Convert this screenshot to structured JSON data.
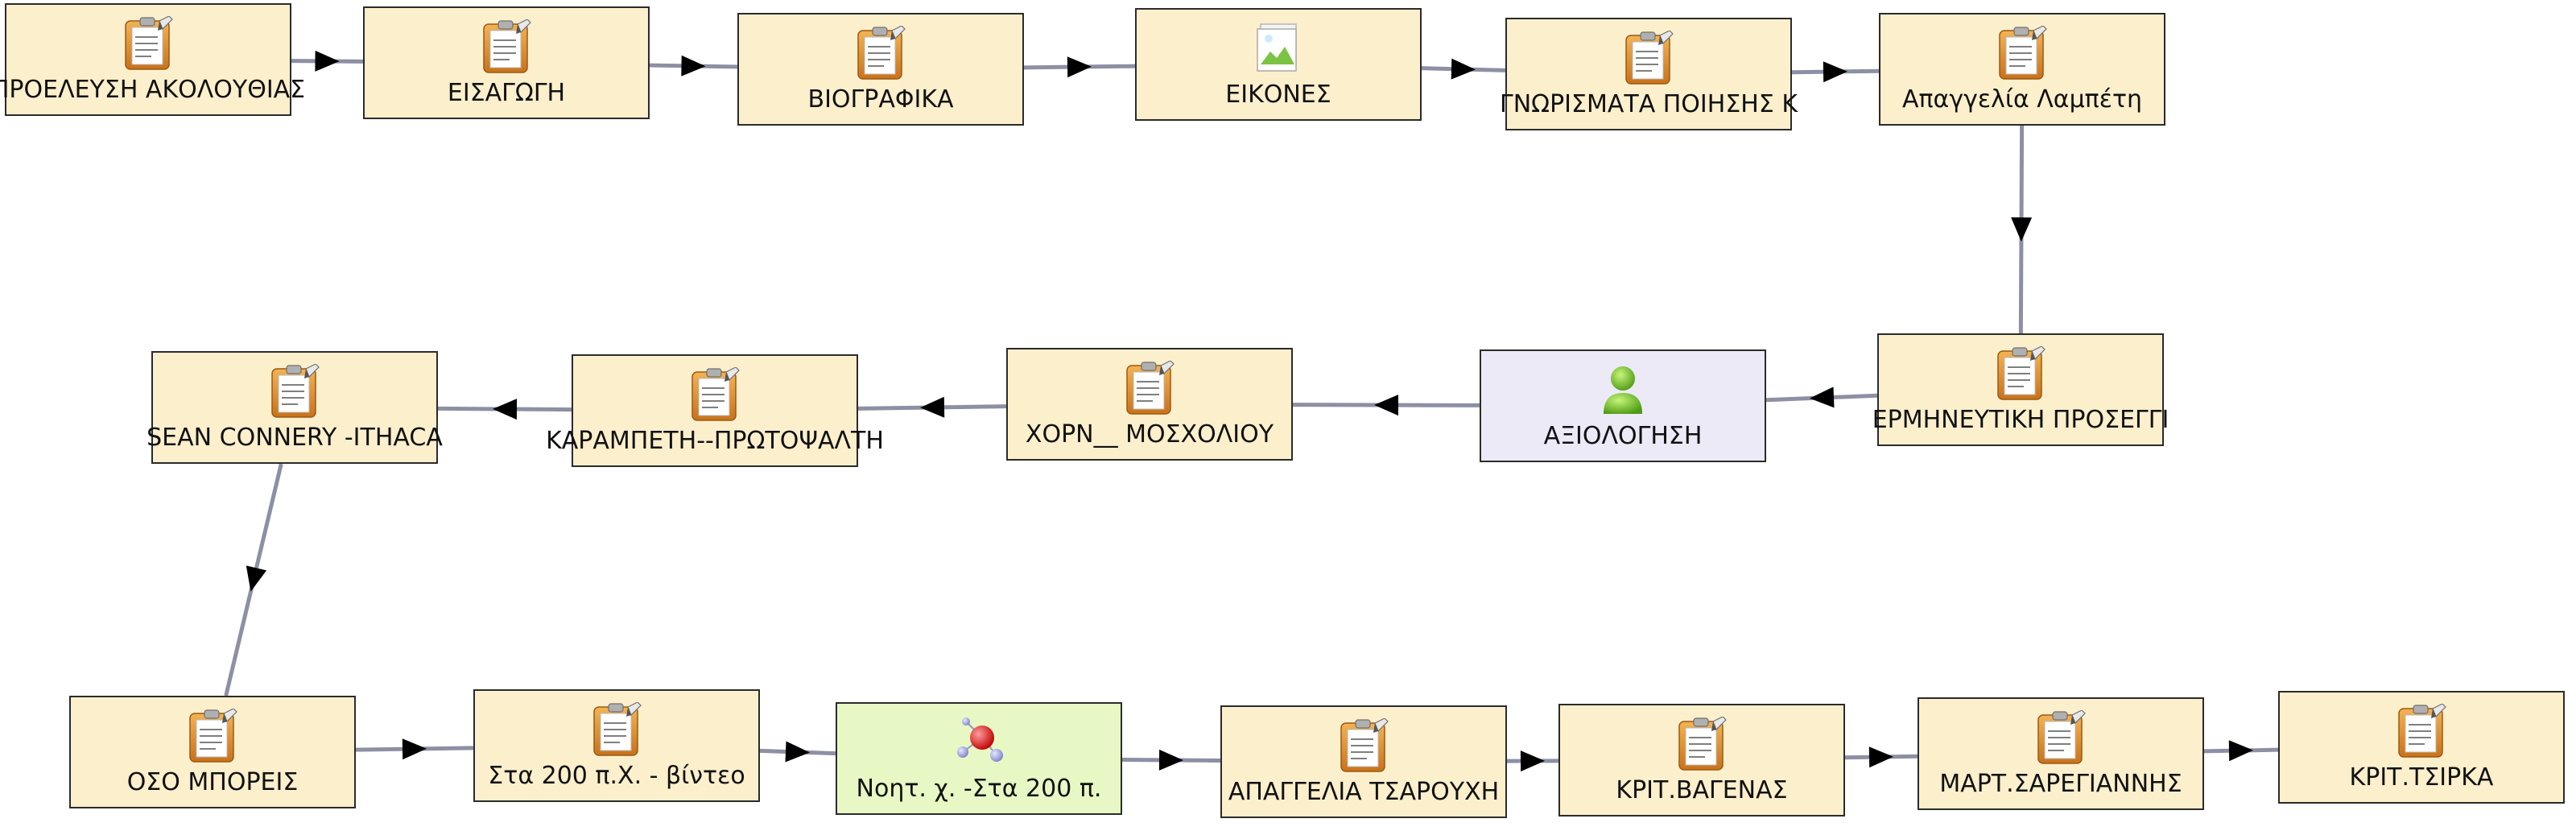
{
  "colors": {
    "node_fill": "#fcefcc",
    "eval_fill": "#ebeaf6",
    "concept_fill": "#e7f8c4",
    "edge": "#8d90a4",
    "arrow": "#000000"
  },
  "nodes": [
    {
      "id": "n1",
      "label": "ΠΡΟΕΛΕΥΣΗ ΑΚΟΛΟΥΘΙΑΣ",
      "icon": "notepad-icon"
    },
    {
      "id": "n2",
      "label": "ΕΙΣΑΓΩΓΗ",
      "icon": "notepad-icon"
    },
    {
      "id": "n3",
      "label": "ΒΙΟΓΡΑΦΙΚΑ",
      "icon": "notepad-icon"
    },
    {
      "id": "n4",
      "label": "ΕΙΚΟΝΕΣ",
      "icon": "image-icon"
    },
    {
      "id": "n5",
      "label": "ΓΝΩΡΙΣΜΑΤΑ ΠΟΙΗΣΗΣ Κ",
      "icon": "notepad-icon"
    },
    {
      "id": "n6",
      "label": "Απαγγελία Λαμπέτη",
      "icon": "notepad-icon"
    },
    {
      "id": "n7",
      "label": "ΕΡΜΗΝΕΥΤΙΚΗ ΠΡΟΣΕΓΓΙ",
      "icon": "notepad-icon"
    },
    {
      "id": "n8",
      "label": "ΑΞΙΟΛΟΓΗΣΗ",
      "icon": "user-icon"
    },
    {
      "id": "n9",
      "label": "ΧΟΡΝ__ ΜΟΣΧΟΛΙΟΥ",
      "icon": "notepad-icon"
    },
    {
      "id": "n10",
      "label": "ΚΑΡΑΜΠΕΤΗ--ΠΡΩΤΟΨΑΛΤΗ",
      "icon": "notepad-icon"
    },
    {
      "id": "n11",
      "label": "SEAN CONNERY -ITHACA",
      "icon": "notepad-icon"
    },
    {
      "id": "n12",
      "label": "ΟΣΟ ΜΠΟΡΕΙΣ",
      "icon": "notepad-icon"
    },
    {
      "id": "n13",
      "label": "Στα 200 π.Χ. - βίντεο",
      "icon": "notepad-icon"
    },
    {
      "id": "n14",
      "label": "Νοητ. χ. -Στα 200 π.",
      "icon": "concept-map-icon"
    },
    {
      "id": "n15",
      "label": "ΑΠΑΓΓΕΛΙΑ ΤΣΑΡΟΥΧΗ",
      "icon": "notepad-icon"
    },
    {
      "id": "n16",
      "label": "ΚΡΙΤ.ΒΑΓΕΝΑΣ",
      "icon": "notepad-icon"
    },
    {
      "id": "n17",
      "label": "ΜΑΡΤ.ΣΑΡΕΓΙΑΝΝΗΣ",
      "icon": "notepad-icon"
    },
    {
      "id": "n18",
      "label": "ΚΡΙΤ.ΤΣΙΡΚΑ",
      "icon": "notepad-icon"
    }
  ],
  "edges": [
    [
      "n1",
      "n2"
    ],
    [
      "n2",
      "n3"
    ],
    [
      "n3",
      "n4"
    ],
    [
      "n4",
      "n5"
    ],
    [
      "n5",
      "n6"
    ],
    [
      "n6",
      "n7"
    ],
    [
      "n7",
      "n8"
    ],
    [
      "n8",
      "n9"
    ],
    [
      "n9",
      "n10"
    ],
    [
      "n10",
      "n11"
    ],
    [
      "n11",
      "n12"
    ],
    [
      "n12",
      "n13"
    ],
    [
      "n13",
      "n14"
    ],
    [
      "n14",
      "n15"
    ],
    [
      "n15",
      "n16"
    ],
    [
      "n16",
      "n17"
    ],
    [
      "n17",
      "n18"
    ]
  ]
}
